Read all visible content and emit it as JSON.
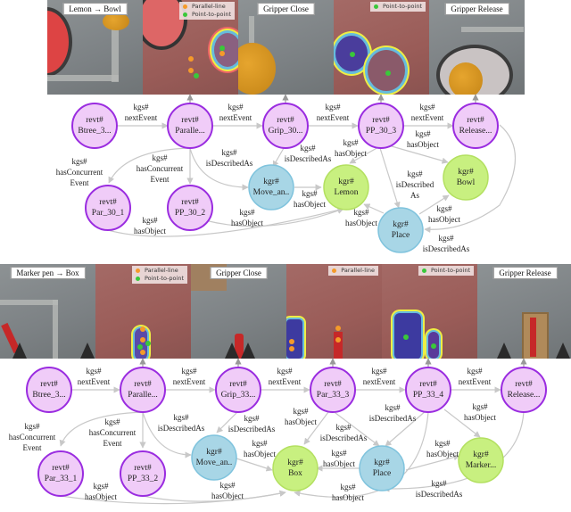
{
  "colors": {
    "event_fill": "#f0ccf8",
    "event_stroke": "#9a2ce0",
    "action_fill": "#a8d6e6",
    "action_stroke": "#7fc3dd",
    "object_fill": "#c8f080",
    "object_stroke": "#b3e060",
    "edge": "#c8c8c8",
    "parallel_line": "#f59a2a",
    "point_to_point": "#3ac83a"
  },
  "top": {
    "panels": [
      {
        "caption": "Lemon → Bowl"
      },
      {
        "legend": [
          "Parallel-line",
          "Point-to-point"
        ]
      },
      {
        "caption": "Gripper Close"
      },
      {
        "legend": [
          "Point-to-point"
        ]
      },
      {
        "caption": "Gripper Release"
      }
    ],
    "nodes": {
      "btree": {
        "prefix": "revt#",
        "name": "Btree_3..."
      },
      "parallel": {
        "prefix": "revt#",
        "name": "Paralle..."
      },
      "grip": {
        "prefix": "revt#",
        "name": "Grip_30..."
      },
      "pp3": {
        "prefix": "revt#",
        "name": "PP_30_3"
      },
      "release": {
        "prefix": "revt#",
        "name": "Release..."
      },
      "par1": {
        "prefix": "revt#",
        "name": "Par_30_1"
      },
      "pp2": {
        "prefix": "revt#",
        "name": "PP_30_2"
      },
      "move": {
        "prefix": "kgr#",
        "name": "Move_an.."
      },
      "lemon": {
        "prefix": "kgr#",
        "name": "Lemon"
      },
      "bowl": {
        "prefix": "kgr#",
        "name": "Bowl"
      },
      "place": {
        "prefix": "kgr#",
        "name": "Place"
      }
    },
    "edges": {
      "next1": [
        "kgs#",
        "nextEvent"
      ],
      "next2": [
        "kgs#",
        "nextEvent"
      ],
      "next3": [
        "kgs#",
        "nextEvent"
      ],
      "next4": [
        "kgs#",
        "nextEvent"
      ],
      "conc1": [
        "kgs#",
        "hasConcurrent",
        "Event"
      ],
      "conc2": [
        "kgs#",
        "hasConcurrent",
        "Event"
      ],
      "desc1": [
        "kgs#",
        "isDescribedAs"
      ],
      "desc2": [
        "kgs#",
        "isDescribedAs"
      ],
      "obj1": [
        "kgs#",
        "hasObject"
      ],
      "obj2": [
        "kgs#",
        "hasObject"
      ],
      "obj3": [
        "kgs#",
        "hasObject"
      ],
      "obj4": [
        "kgs#",
        "hasObject"
      ],
      "obj5": [
        "kgs#",
        "hasObject"
      ],
      "obj6": [
        "kgs#",
        "hasObject"
      ],
      "obj7": [
        "kgs#",
        "hasObject"
      ],
      "desc3": [
        "kgs#",
        "isDescribed",
        "As"
      ],
      "desc4": [
        "kgs#",
        "isDescribedAs"
      ]
    }
  },
  "bottom": {
    "panels": [
      {
        "caption": "Marker pen → Box"
      },
      {
        "legend": [
          "Parallel-line",
          "Point-to-point"
        ]
      },
      {
        "caption": "Gripper Close"
      },
      {
        "legend": [
          "Parallel-line"
        ]
      },
      {
        "legend": [
          "Point-to-point"
        ]
      },
      {
        "caption": "Gripper Release"
      }
    ],
    "nodes": {
      "btree": {
        "prefix": "revt#",
        "name": "Btree_3..."
      },
      "parallel": {
        "prefix": "revt#",
        "name": "Paralle..."
      },
      "grip": {
        "prefix": "revt#",
        "name": "Grip_33..."
      },
      "par3": {
        "prefix": "revt#",
        "name": "Par_33_3"
      },
      "pp4": {
        "prefix": "revt#",
        "name": "PP_33_4"
      },
      "release": {
        "prefix": "revt#",
        "name": "Release..."
      },
      "par1": {
        "prefix": "revt#",
        "name": "Par_33_1"
      },
      "pp2": {
        "prefix": "revt#",
        "name": "PP_33_2"
      },
      "move": {
        "prefix": "kgr#",
        "name": "Move_an.."
      },
      "box": {
        "prefix": "kgr#",
        "name": "Box"
      },
      "place": {
        "prefix": "kgr#",
        "name": "Place"
      },
      "marker": {
        "prefix": "kgr#",
        "name": "Marker..."
      }
    },
    "edges": {
      "next1": [
        "kgs#",
        "nextEvent"
      ],
      "next2": [
        "kgs#",
        "nextEvent"
      ],
      "next3": [
        "kgs#",
        "nextEvent"
      ],
      "next4": [
        "kgs#",
        "nextEvent"
      ],
      "next5": [
        "kgs#",
        "nextEvent"
      ],
      "conc1": [
        "kgs#",
        "hasConcurrent",
        "Event"
      ],
      "conc2": [
        "kgs#",
        "hasConcurrent",
        "Event"
      ],
      "desc1": [
        "kgs#",
        "isDescribedAs"
      ],
      "desc2": [
        "kgs#",
        "isDescribedAs"
      ],
      "desc3": [
        "kgs#",
        "isDescribedAs"
      ],
      "desc4": [
        "kgs#",
        "isDescribedAs"
      ],
      "desc5": [
        "kgs#",
        "isDescribedAs"
      ],
      "obj1": [
        "kgs#",
        "hasObject"
      ],
      "obj2": [
        "kgs#",
        "hasObject"
      ],
      "obj3": [
        "kgs#",
        "hasObject"
      ],
      "obj4": [
        "kgs#",
        "hasObject"
      ],
      "obj5": [
        "kgs#",
        "hasObject"
      ],
      "obj6": [
        "kgs#",
        "hasObject"
      ],
      "obj7": [
        "kgs#",
        "hasObject"
      ],
      "obj8": [
        "kgs#",
        "hasObject"
      ],
      "obj9": [
        "kgs#",
        "hasObject"
      ]
    }
  }
}
